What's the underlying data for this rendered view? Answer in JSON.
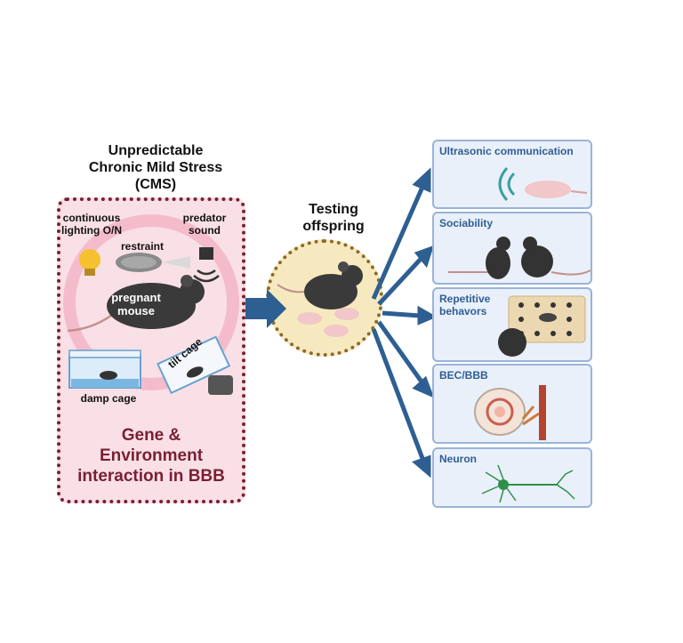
{
  "cms": {
    "title_line1": "Unpredictable",
    "title_line2": "Chronic Mild Stress",
    "title_line3": "(CMS)",
    "continuous_lighting_line1": "continuous",
    "continuous_lighting_line2": "lighting O/N",
    "predator_line1": "predator",
    "predator_line2": "sound",
    "restraint": "restraint",
    "pregnant_line1": "pregnant",
    "pregnant_line2": "mouse",
    "tilt_cage": "tilt cage",
    "damp_cage": "damp cage",
    "gene_line1": "Gene  &",
    "gene_line2": "Environment",
    "gene_line3": "interaction in BBB"
  },
  "testing": {
    "line1": "Testing",
    "line2": "offspring"
  },
  "outcomes": [
    {
      "label": "Ultrasonic communication"
    },
    {
      "label": "Sociability"
    },
    {
      "label_line1": "Repetitive",
      "label_line2": "behavors"
    },
    {
      "label": "BEC/BBB"
    },
    {
      "label": "Neuron"
    }
  ],
  "colors": {
    "stress_fill": "#f9e0e6",
    "stress_border": "#7a1f33",
    "arrow": "#2d5f93",
    "panel_fill": "#e9f0fa",
    "panel_title": "#2f5d94",
    "testing_fill": "#f7e9bf"
  }
}
